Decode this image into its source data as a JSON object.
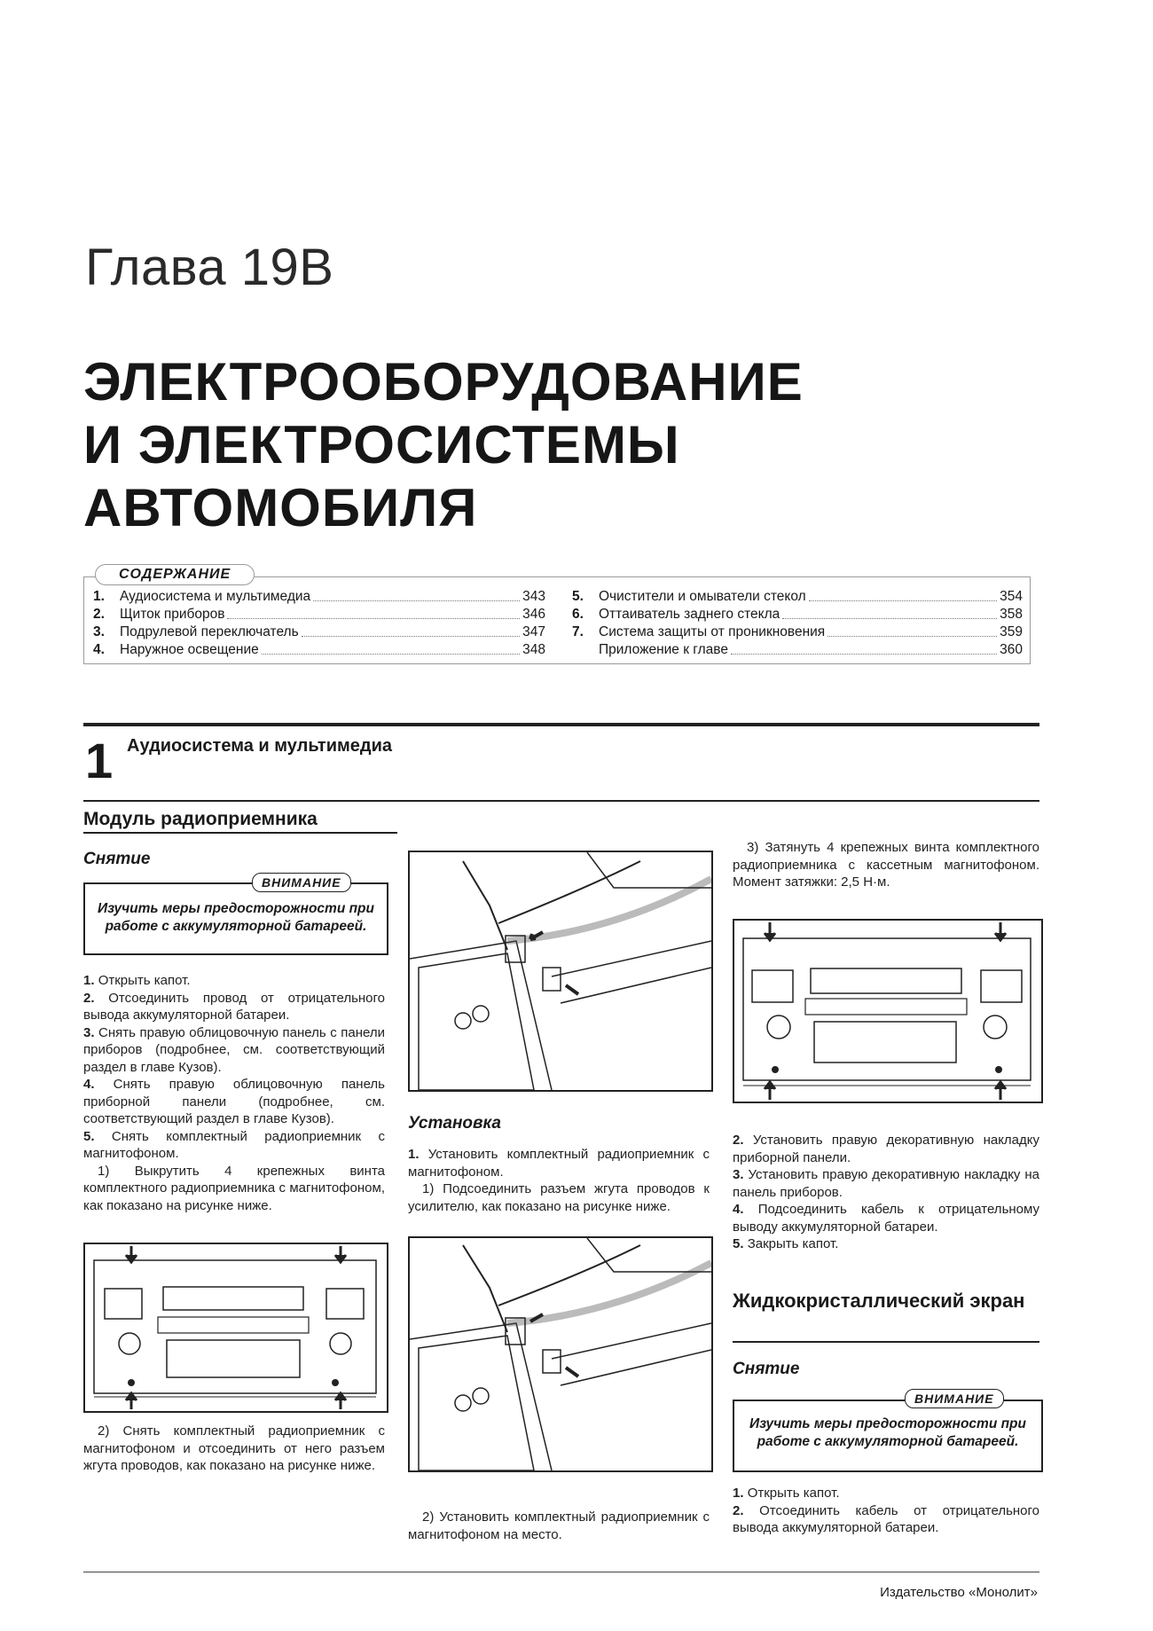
{
  "chapter": "Глава 19B",
  "title_lines": [
    "ЭЛЕКТРООБОРУДОВАНИЕ",
    "И ЭЛЕКТРОСИСТЕМЫ",
    "АВТОМОБИЛЯ"
  ],
  "toc": {
    "label": "СОДЕРЖАНИЕ",
    "left": [
      {
        "num": "1.",
        "text": "Аудиосистема и мультимедиа",
        "page": "343"
      },
      {
        "num": "2.",
        "text": "Щиток приборов",
        "page": "346"
      },
      {
        "num": "3.",
        "text": "Подрулевой переключатель",
        "page": "347"
      },
      {
        "num": "4.",
        "text": "Наружное освещение",
        "page": "348"
      }
    ],
    "right": [
      {
        "num": "5.",
        "text": "Очистители и омыватели стекол",
        "page": "354"
      },
      {
        "num": "6.",
        "text": "Оттаиватель заднего стекла",
        "page": "358"
      },
      {
        "num": "7.",
        "text": "Система защиты от проникновения",
        "page": "359"
      },
      {
        "num": "",
        "text": "Приложение к главе",
        "page": "360"
      }
    ]
  },
  "section": {
    "number": "1",
    "title": "Аудиосистема и мультимедиа"
  },
  "subsection": "Модуль радиоприемника",
  "col1": {
    "heading": "Снятие",
    "warning": {
      "label": "ВНИМАНИЕ",
      "text": "Изучить меры предосторожности при работе с аккумуляторной батареей."
    },
    "steps": [
      {
        "num": "1.",
        "text": "Открыть капот."
      },
      {
        "num": "2.",
        "text": "Отсоединить провод от отрицательного вывода аккумуляторной батареи."
      },
      {
        "num": "3.",
        "text": "Снять правую облицовочную панель с панели приборов (подробнее, см. соответствующий раздел в главе Кузов)."
      },
      {
        "num": "4.",
        "text": "Снять правую облицовочную панель приборной панели (подробнее, см. соответствующий раздел в главе Кузов)."
      },
      {
        "num": "5.",
        "text": "Снять комплектный радиоприемник с магнитофоном."
      },
      {
        "num": "",
        "text": "1) Выкрутить 4 крепежных винта комплектного радиоприемника с магнитофоном, как показано на рисунке ниже."
      }
    ],
    "after_fig": "2) Снять комплектный радиоприемник с магнитофоном и отсоединить от него разъем жгута проводов, как показано на рисунке ниже."
  },
  "col2": {
    "heading": "Установка",
    "steps": [
      {
        "num": "1.",
        "text": "Установить комплектный радиоприемник с магнитофоном."
      },
      {
        "num": "",
        "text": "1) Подсоединить разъем жгута проводов к усилителю, как показано на рисунке ниже."
      }
    ],
    "after_fig": "2) Установить комплектный радиоприемник с магнитофоном на место."
  },
  "col3": {
    "intro": "3) Затянуть 4 крепежных винта комплектного радиоприемника с кассетным магнитофоном. Момент затяжки: 2,5 Н·м.",
    "steps": [
      {
        "num": "2.",
        "text": "Установить правую декоративную накладку приборной панели."
      },
      {
        "num": "3.",
        "text": "Установить правую декоративную накладку на панель приборов."
      },
      {
        "num": "4.",
        "text": "Подсоединить кабель к отрицательному выводу аккумуляторной батареи."
      },
      {
        "num": "5.",
        "text": "Закрыть капот."
      }
    ],
    "lcd_title": "Жидкокристаллический экран",
    "heading": "Снятие",
    "warning": {
      "label": "ВНИМАНИЕ",
      "text": "Изучить меры предосторожности при работе с аккумуляторной батареей."
    },
    "steps2": [
      {
        "num": "1.",
        "text": "Открыть капот."
      },
      {
        "num": "2.",
        "text": "Отсоединить кабель от отрицательного вывода аккумуляторной батареи."
      }
    ]
  },
  "publisher": "Издательство «Монолит»"
}
